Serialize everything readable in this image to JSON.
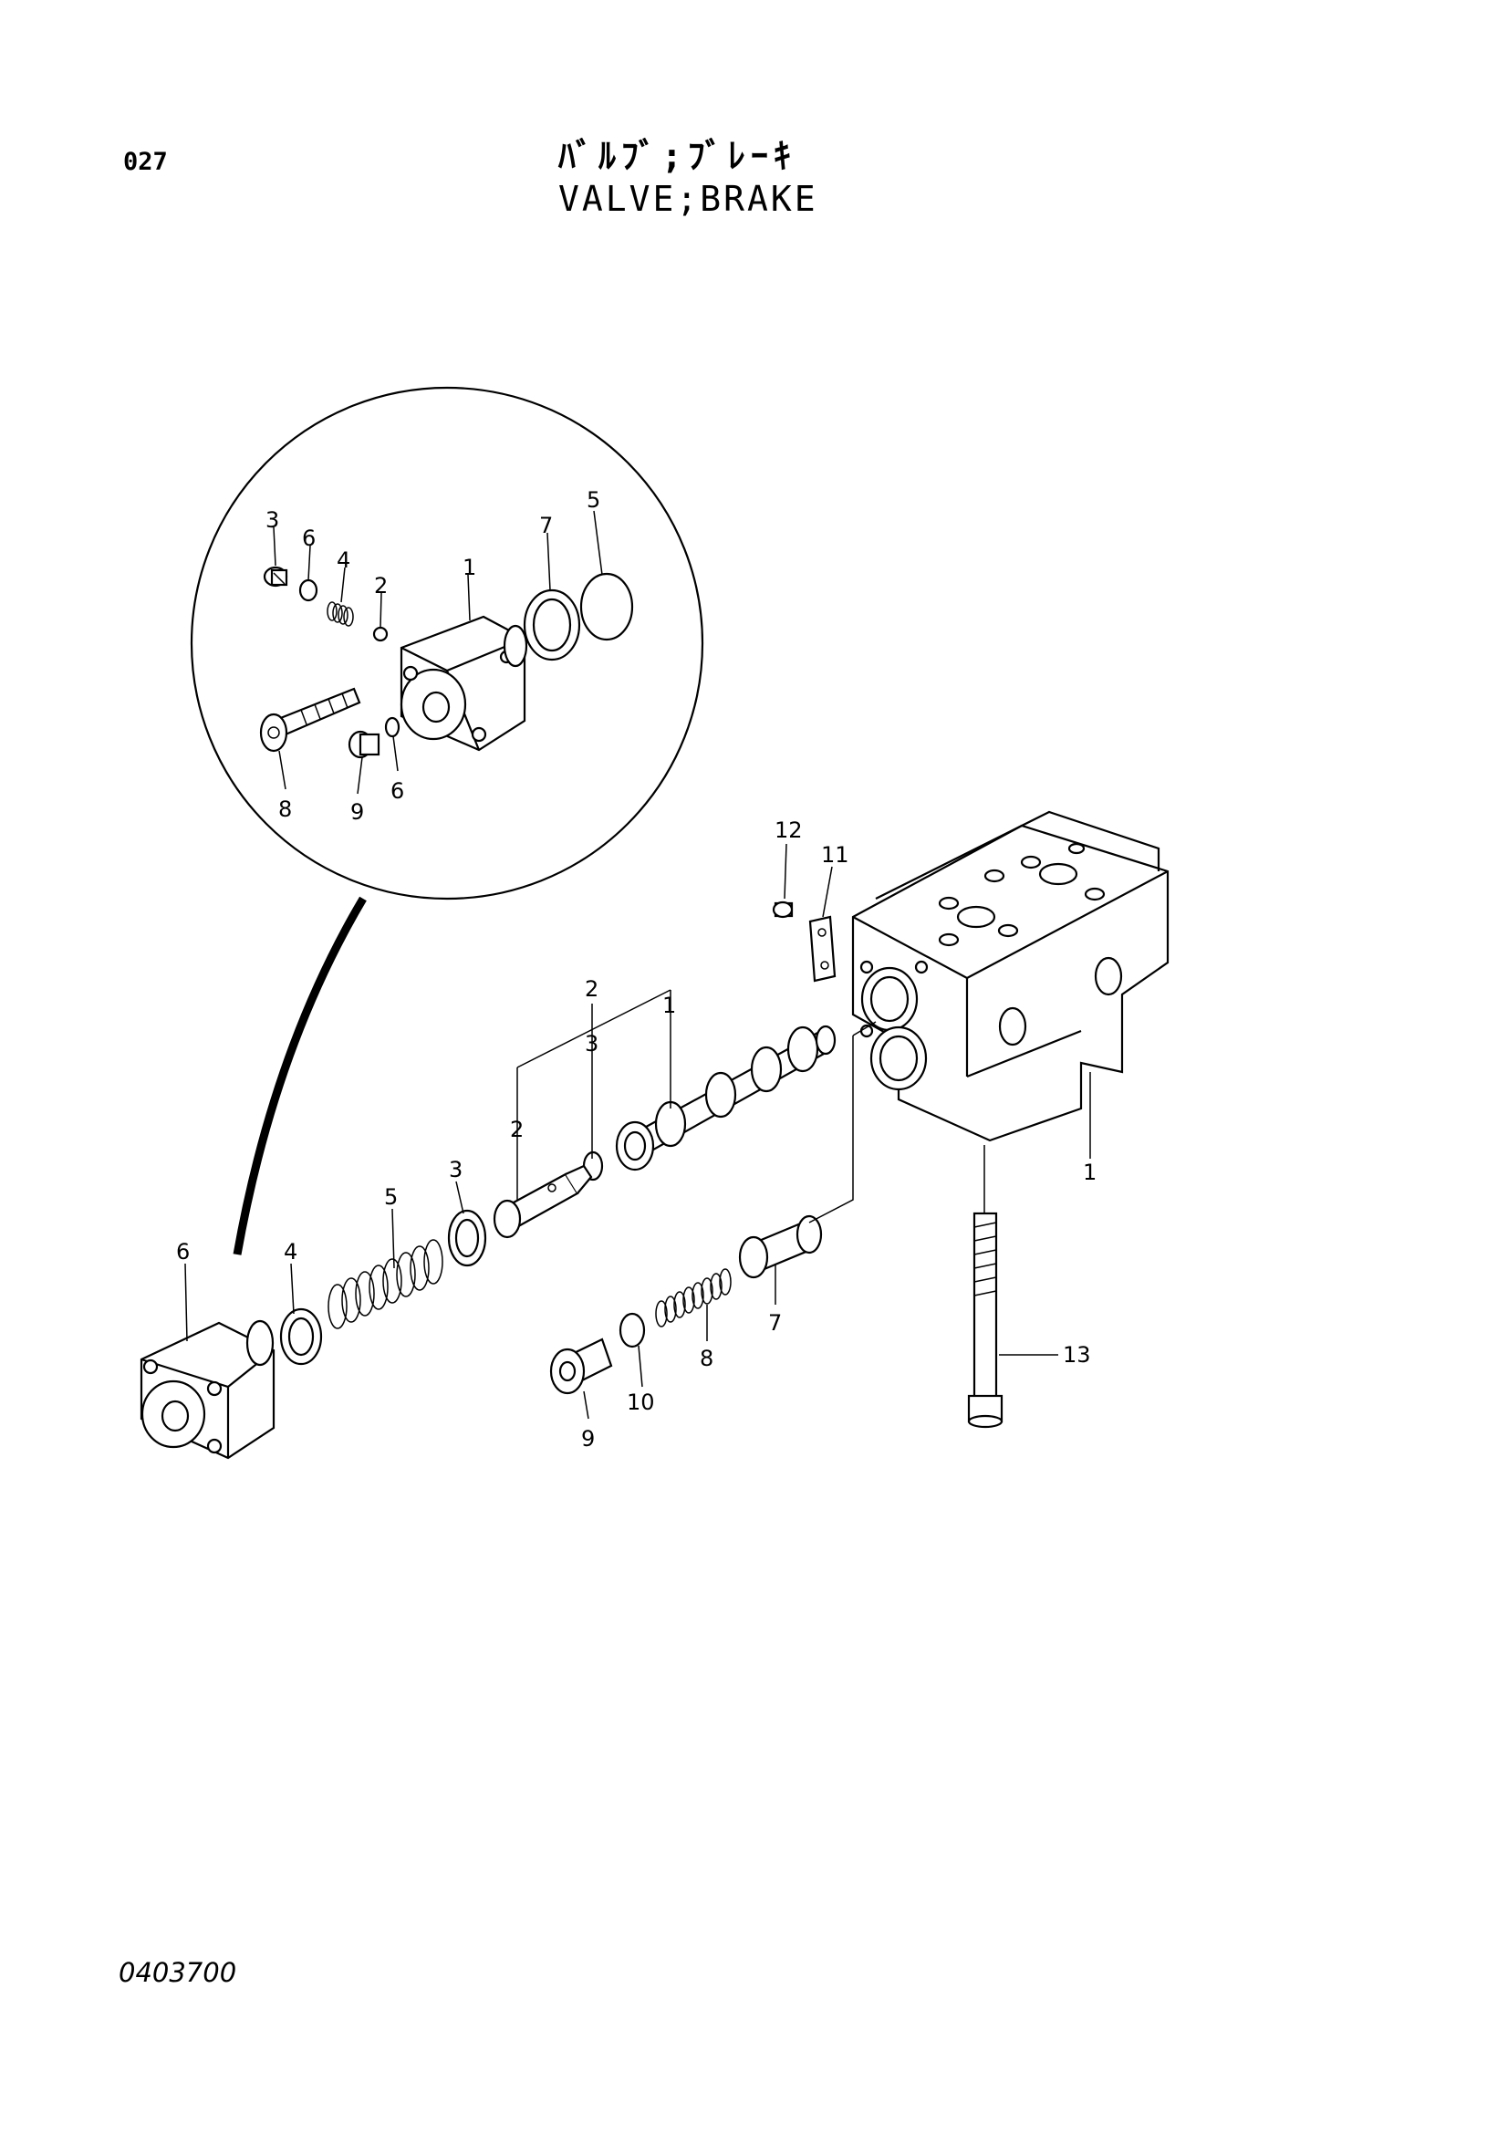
{
  "header": {
    "page_number": "027",
    "title_jp": "ﾊﾞﾙﾌﾞ;ﾌﾞﾚｰｷ",
    "title_en": "VALVE;BRAKE"
  },
  "footer": {
    "doc_id": "0403700"
  },
  "callouts": {
    "detail": [
      "3",
      "6",
      "4",
      "2",
      "1",
      "7",
      "5",
      "8",
      "9",
      "6"
    ],
    "main": [
      "12",
      "11",
      "2",
      "1",
      "3",
      "2",
      "3",
      "5",
      "6",
      "4",
      "1",
      "7",
      "8",
      "10",
      "9",
      "13"
    ]
  }
}
